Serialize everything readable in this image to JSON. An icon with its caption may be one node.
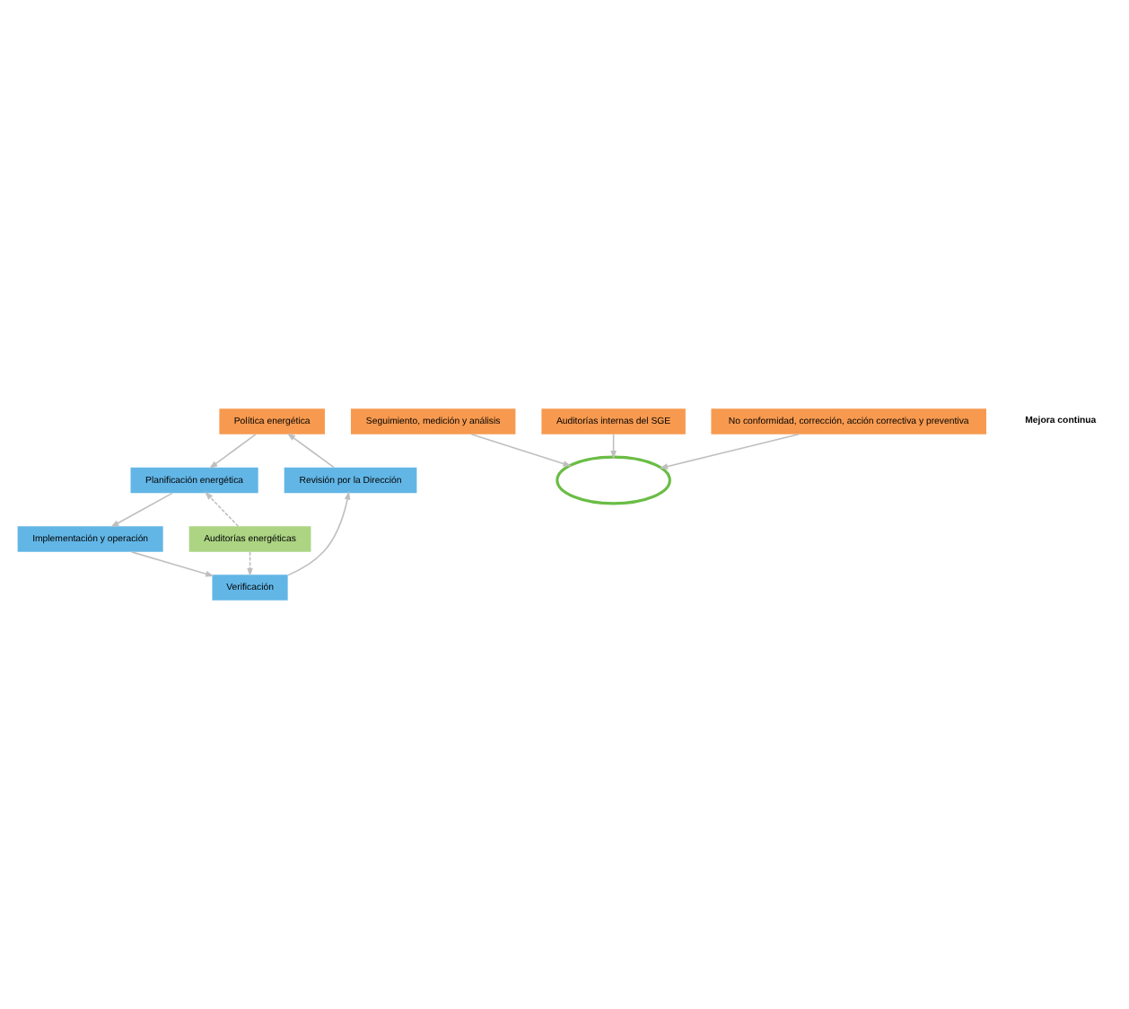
{
  "diagram": {
    "nodes": [
      {
        "text": [
          "Política energética"
        ]
      },
      {
        "text": [
          "Revisión por la Dirección"
        ]
      },
      {
        "text": [
          "Planificación energética"
        ]
      },
      {
        "text": [
          "Implementación y operación"
        ]
      },
      {
        "text": [
          "Auditorías energéticas"
        ]
      },
      {
        "text": [
          "Verificación"
        ]
      },
      {
        "text": [],
        "shape": "circle"
      },
      {
        "text": [
          "Seguimiento, medición y análisis"
        ]
      },
      {
        "text": [
          "Auditorías internas del SGE"
        ]
      },
      {
        "text": [
          "No conformidad, corrección, acción correctiva y preventiva"
        ]
      }
    ],
    "edges": [
      {
        "from": 1,
        "to": 0,
        "arrow": "to"
      },
      {
        "from": 0,
        "to": 2,
        "arrow": "to"
      },
      {
        "from": 2,
        "to": 3,
        "arrow": "to"
      },
      {
        "from": 3,
        "to": 5,
        "arrow": "to"
      },
      {
        "from": 5,
        "to": 1,
        "arrow": "to"
      },
      {
        "from": 4,
        "to": 2,
        "arrow": "to",
        "style": "dashed"
      },
      {
        "from": 4,
        "to": 5,
        "arrow": "to",
        "style": "dashed"
      },
      {
        "from": 7,
        "to": 6,
        "arrow": "to"
      },
      {
        "from": 8,
        "to": 6,
        "arrow": "to"
      },
      {
        "from": 9,
        "to": 6,
        "arrow": "to"
      }
    ],
    "labels": [
      "Mejora continua"
    ]
  }
}
